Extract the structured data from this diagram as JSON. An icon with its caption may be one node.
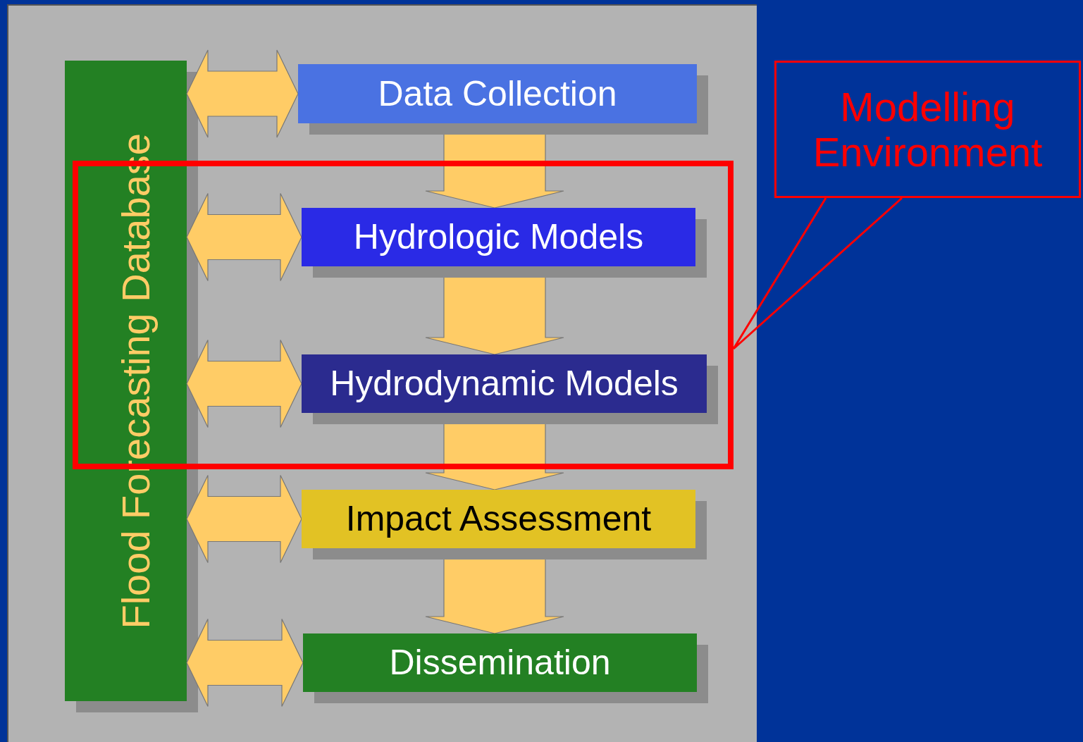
{
  "diagram": {
    "nodes": [
      {
        "text": [
          "Flood Forecasting Database"
        ]
      },
      {
        "text": [
          "Data Collection"
        ]
      },
      {
        "text": [],
        "shape": "box"
      },
      {
        "text": [
          "Hydrologic Models"
        ],
        "in": 2
      },
      {
        "text": [
          "Hydrodynamic Models"
        ],
        "in": 2
      },
      {
        "text": [
          "Impact Assessment"
        ]
      },
      {
        "text": [
          "Dissemination"
        ]
      },
      {
        "text": [
          "Modelling Environment"
        ]
      }
    ],
    "edges": [
      {
        "from": 0,
        "to": 1,
        "arrow": "both"
      },
      {
        "from": 0,
        "to": 3,
        "arrow": "both"
      },
      {
        "from": 0,
        "to": 4,
        "arrow": "both"
      },
      {
        "from": 0,
        "to": 5,
        "arrow": "both"
      },
      {
        "from": 0,
        "to": 6,
        "arrow": "both"
      },
      {
        "from": 1,
        "to": 3,
        "arrow": "to"
      },
      {
        "from": 3,
        "to": 4,
        "arrow": "to"
      },
      {
        "from": 4,
        "to": 5,
        "arrow": "to"
      },
      {
        "from": 5,
        "to": 6,
        "arrow": "to"
      },
      {
        "from": 7,
        "to": 2,
        "arrow": "none",
        "color": "#ff0000"
      }
    ]
  }
}
